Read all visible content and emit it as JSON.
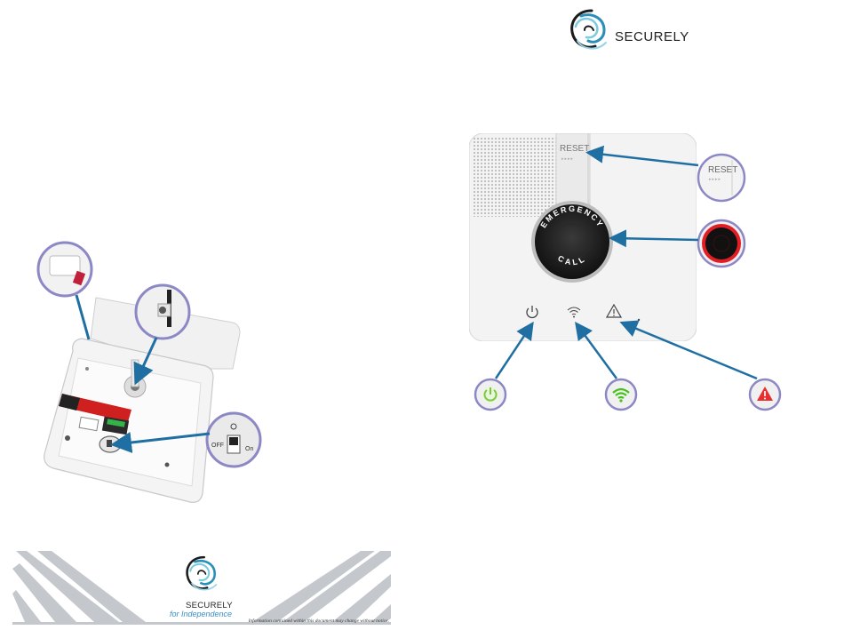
{
  "brand": {
    "name": "SECURELY",
    "tagline": "for Independence"
  },
  "device": {
    "reset_label": "RESET",
    "emergency_top": "EMERGENCY",
    "emergency_bottom": "CALL",
    "zoom_reset_label": "RESET",
    "switch_off_label": "OFF",
    "switch_on_label": "On"
  },
  "indicators": {
    "power_icon": "power-icon",
    "wifi_icon": "wifi-icon",
    "alert_icon": "warning-icon",
    "colors": {
      "power": "#7ac943",
      "wifi": "#44c21c",
      "alert": "#e63030",
      "arrow": "#1f6fa3"
    }
  },
  "footer": {
    "disclaimer": "Information contained within this document may change without notice."
  }
}
